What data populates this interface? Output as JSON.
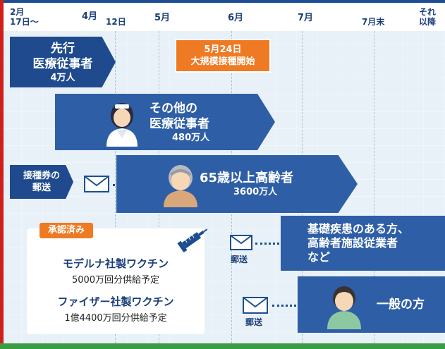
{
  "timeline": {
    "ticks": {
      "feb17_line1": "2月",
      "feb17_line2": "17日〜",
      "apr": "4月",
      "d12": "12日",
      "may": "5月",
      "jun": "6月",
      "jul": "7月",
      "jul_end": "7月末",
      "later_line1": "それ",
      "later_line2": "以降"
    }
  },
  "announcement": {
    "line1": "5月24日",
    "line2": "大規模接種開始"
  },
  "groups": {
    "medical": {
      "line1": "先行",
      "line2": "医療従事者",
      "count": "4万人"
    },
    "other_medical": {
      "line1": "その他の",
      "line2": "医療従事者",
      "count": "480万人"
    },
    "elderly": {
      "name": "65歳以上高齢者",
      "count": "3600万人"
    },
    "underlying": {
      "line1": "基礎疾患のある方、",
      "line2": "高齢者施設従業者",
      "line3": "など"
    },
    "general": {
      "name": "一般の方"
    }
  },
  "mailing": {
    "label_line1": "接種券の",
    "label_line2": "郵送",
    "mail_short": "郵送"
  },
  "vaccines": {
    "approved_badge": "承認済み",
    "moderna_name": "モデルナ社製ワクチン",
    "moderna_supply": "5000万回分供給予定",
    "pfizer_name": "ファイザー社製ワクチン",
    "pfizer_supply": "1億4400万回分供給予定"
  },
  "colors": {
    "arrow_blue": "#2e5ea6",
    "arrow_dark": "#1f4b8e",
    "orange": "#ee7a23",
    "red_frame": "#d0201a",
    "green_frame": "#3a9d43"
  },
  "icons": [
    "nurse-icon",
    "elderly-person-icon",
    "person-icon",
    "envelope-icon",
    "syringe-icon"
  ]
}
